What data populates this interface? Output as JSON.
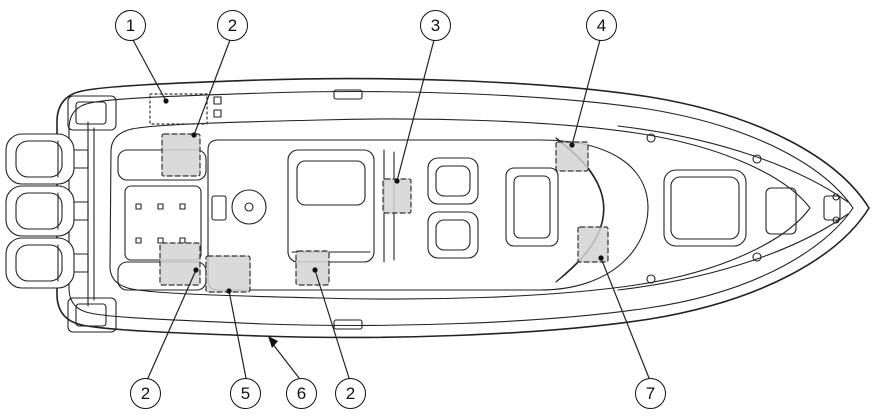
{
  "callouts": [
    {
      "label": "1"
    },
    {
      "label": "2"
    },
    {
      "label": "3"
    },
    {
      "label": "4"
    },
    {
      "label": "2"
    },
    {
      "label": "5"
    },
    {
      "label": "6"
    },
    {
      "label": "2"
    },
    {
      "label": "7"
    }
  ],
  "colors": {
    "line": "#222222",
    "marker_fill": "#d4d4d4",
    "background": "#ffffff"
  }
}
